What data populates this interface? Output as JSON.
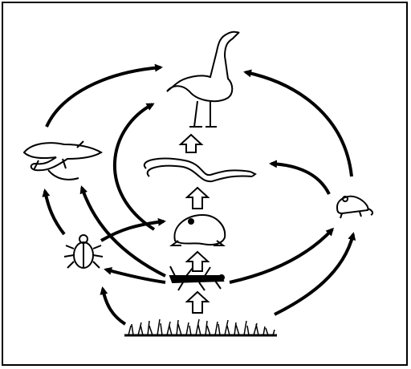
{
  "diagram": {
    "organisms": [
      {
        "id": "grass",
        "name": "grass"
      },
      {
        "id": "grasshopper",
        "name": "grasshopper"
      },
      {
        "id": "frog",
        "name": "frog"
      },
      {
        "id": "snake",
        "name": "snake"
      },
      {
        "id": "bird",
        "name": "bird"
      },
      {
        "id": "beetle",
        "name": "beetle"
      },
      {
        "id": "lizard",
        "name": "lizard"
      },
      {
        "id": "rat",
        "name": "rat"
      }
    ],
    "links": [
      {
        "from": "grass",
        "to": "grasshopper"
      },
      {
        "from": "grasshopper",
        "to": "frog"
      },
      {
        "from": "frog",
        "to": "snake"
      },
      {
        "from": "snake",
        "to": "bird"
      },
      {
        "from": "grass",
        "to": "beetle"
      },
      {
        "from": "grasshopper",
        "to": "beetle"
      },
      {
        "from": "grasshopper",
        "to": "rat"
      },
      {
        "from": "grass",
        "to": "rat"
      },
      {
        "from": "beetle",
        "to": "lizard"
      },
      {
        "from": "beetle",
        "to": "frog"
      },
      {
        "from": "grasshopper",
        "to": "lizard"
      },
      {
        "from": "lizard",
        "to": "bird"
      },
      {
        "from": "frog",
        "to": "bird"
      },
      {
        "from": "rat",
        "to": "snake"
      },
      {
        "from": "rat",
        "to": "bird"
      }
    ],
    "colors": {
      "ink": "#000000",
      "background": "#ffffff"
    }
  }
}
